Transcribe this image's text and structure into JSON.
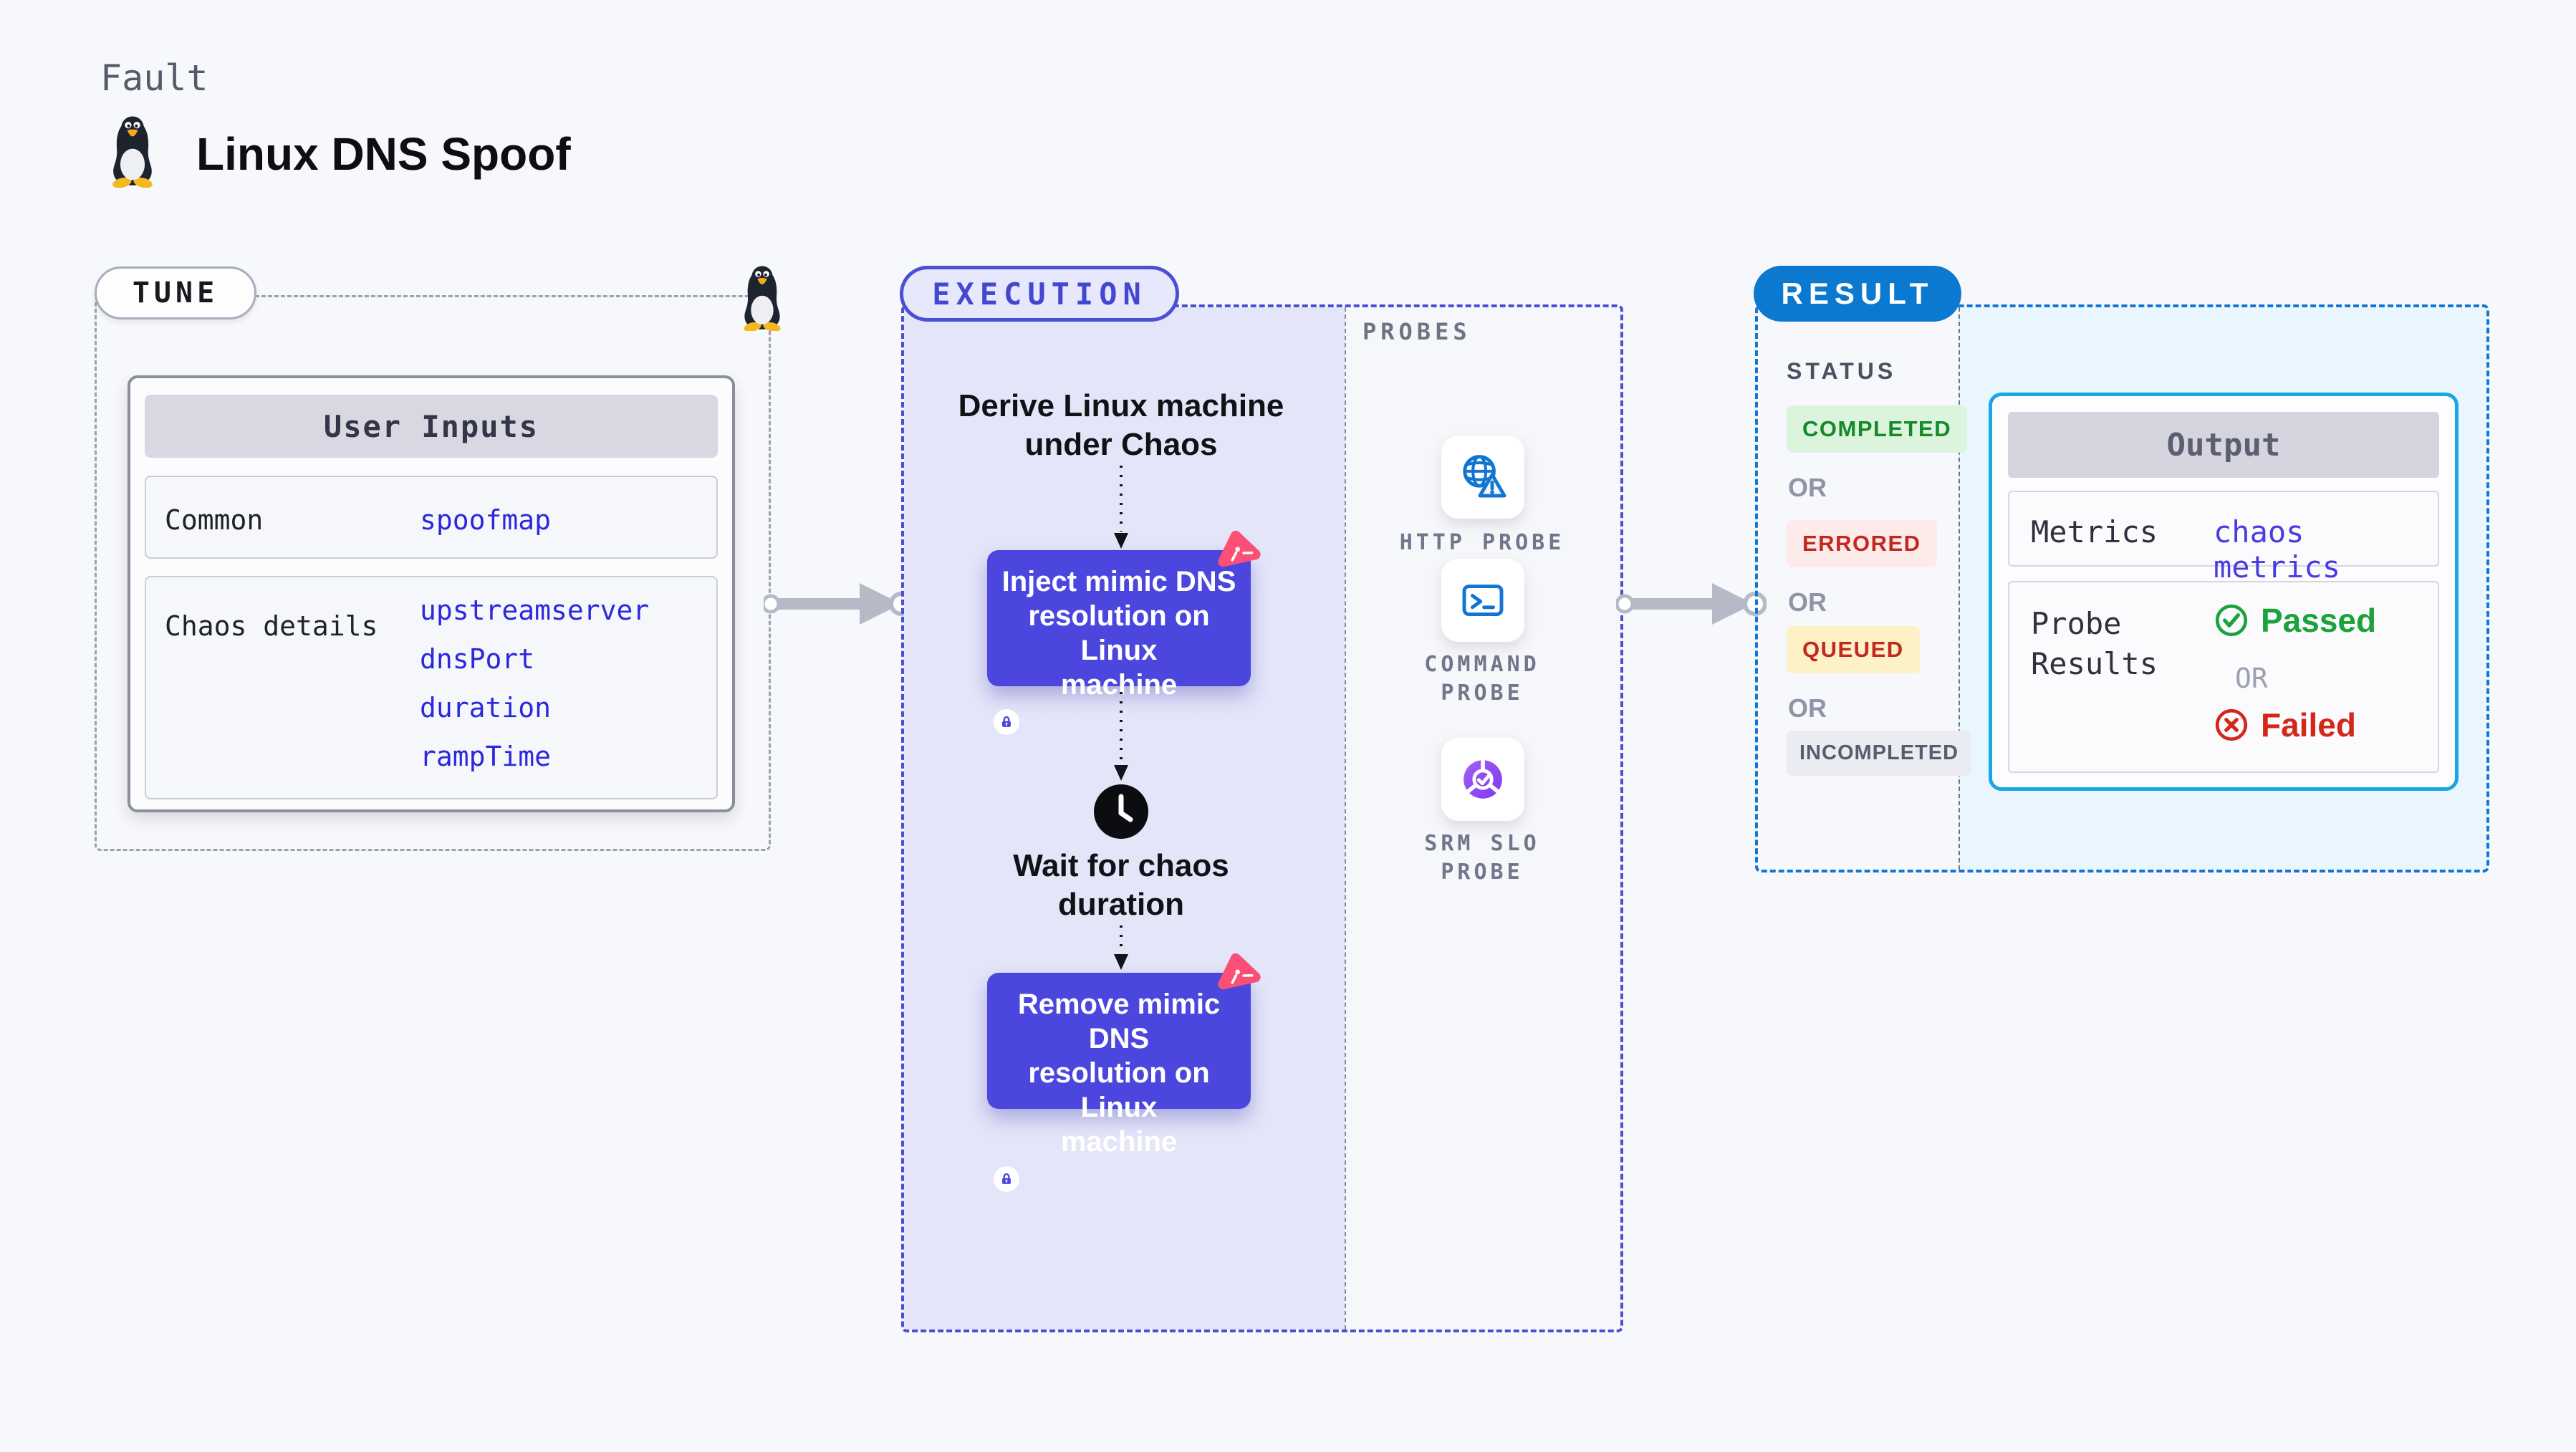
{
  "page": {
    "kicker": "Fault",
    "title": "Linux DNS Spoof"
  },
  "tune": {
    "badge": "TUNE",
    "table": {
      "header": "User Inputs",
      "rows": [
        {
          "label": "Common",
          "values": [
            "spoofmap"
          ]
        },
        {
          "label": "Chaos details",
          "values": [
            "upstreamserver",
            "dnsPort",
            "duration",
            "rampTime"
          ]
        }
      ]
    }
  },
  "execution": {
    "badge": "EXECUTION",
    "derive": "Derive Linux machine\nunder Chaos",
    "inject": {
      "label": "Inject mimic DNS\nresolution on Linux\nmachine",
      "note": "Privilege access required"
    },
    "wait": "Wait for chaos\nduration",
    "remove": {
      "label": "Remove mimic DNS\nresolution on Linux\nmachine",
      "note": "Privilege access required"
    }
  },
  "probes": {
    "title": "PROBES",
    "items": [
      {
        "name": "HTTP PROBE",
        "icon": "globe-alert-icon"
      },
      {
        "name": "COMMAND\nPROBE",
        "icon": "terminal-icon"
      },
      {
        "name": "SRM SLO\nPROBE",
        "icon": "slo-donut-check-icon"
      }
    ]
  },
  "result": {
    "badge": "RESULT",
    "status": {
      "title": "STATUS",
      "items": [
        {
          "text": "COMPLETED",
          "style": "green"
        },
        {
          "text": "OR",
          "style": "or"
        },
        {
          "text": "ERRORED",
          "style": "red"
        },
        {
          "text": "OR",
          "style": "or"
        },
        {
          "text": "QUEUED",
          "style": "yellow"
        },
        {
          "text": "OR",
          "style": "or"
        },
        {
          "text": "INCOMPLETED",
          "style": "gray"
        }
      ]
    },
    "output": {
      "header": "Output",
      "metrics_label": "Metrics",
      "metrics_value": "chaos metrics",
      "probe_label": "Probe\nResults",
      "passed": "Passed",
      "or": "OR",
      "failed": "Failed"
    }
  },
  "icons": [
    "tux-icon",
    "globe-alert-icon",
    "terminal-icon",
    "slo-donut-check-icon",
    "clock-icon",
    "lock-icon",
    "chaos-logo-icon",
    "check-circle-icon",
    "x-circle-icon",
    "arrow-right-icon",
    "dotted-arrow-icon"
  ],
  "colors": {
    "page_bg": "#f7f8fb",
    "indigo_accent": "#4a4fd6",
    "node_indigo": "#4b47de",
    "flow_bg": "#e4e5f9",
    "result_blue": "#0c79d1",
    "result_border": "#1377d2",
    "output_cyan": "#17a8e3",
    "output_bg": "#e9f6fd",
    "success_green": "#148a2b",
    "error_red": "#c2281f",
    "queued_bg": "#fdf1c6",
    "passed_green": "#1aa23b",
    "failed_red": "#d3271a",
    "value_blue": "#2b28dd",
    "litmus_pink": "#fb4f75",
    "probe_icon_blue": "#1176d2",
    "arrow_gray": "#b6bac7"
  }
}
